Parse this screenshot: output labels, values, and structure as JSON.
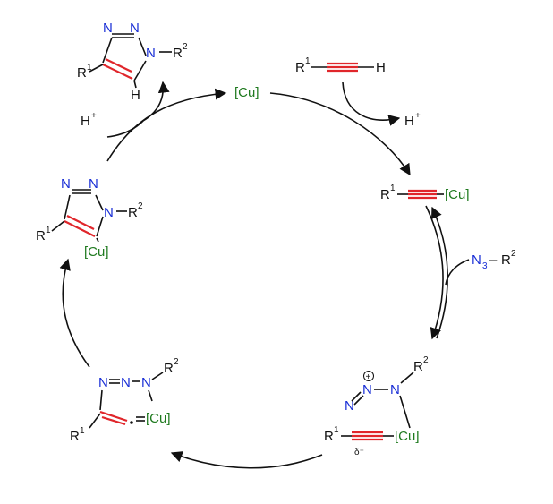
{
  "catalyst": {
    "label": "[Cu]",
    "color": "#1f7a1f"
  },
  "colors": {
    "nitrogen": "#1a2fd6",
    "copper": "#1f7a1f",
    "bond_highlight": "#e0262b",
    "text": "#111111"
  },
  "product": {
    "r1": "R",
    "r1_sup": "1",
    "r2": "R",
    "r2_sup": "2",
    "n1": "N",
    "n2": "N",
    "n3": "N",
    "h": "H",
    "dash": "–"
  },
  "alkyne": {
    "r1": "R",
    "r1_sup": "1",
    "h": "H"
  },
  "proton_out": {
    "h": "H",
    "sup": "+"
  },
  "proton_in": {
    "h": "H",
    "sup": "+"
  },
  "acetylide": {
    "r1": "R",
    "r1_sup": "1",
    "cu": "[Cu]"
  },
  "azide": {
    "n3": "N",
    "n3_sub": "3",
    "dash": "–",
    "r2": "R",
    "r2_sup": "2"
  },
  "complex": {
    "n_a": "N",
    "n_b": "N",
    "n_c": "N",
    "plus": "+",
    "r2": "R",
    "r2_sup": "2",
    "r1": "R",
    "r1_sup": "1",
    "cu": "[Cu]",
    "delta": "δ⁻"
  },
  "metallacycle": {
    "n_a": "N",
    "n_b": "N",
    "n_c": "N",
    "r2": "R",
    "r2_sup": "2",
    "r1": "R",
    "r1_sup": "1",
    "cu": "[Cu]"
  },
  "triazolide": {
    "n1": "N",
    "n2": "N",
    "n3": "N",
    "r2": "R",
    "r2_sup": "2",
    "r1": "R",
    "r1_sup": "1",
    "cu": "[Cu]"
  }
}
